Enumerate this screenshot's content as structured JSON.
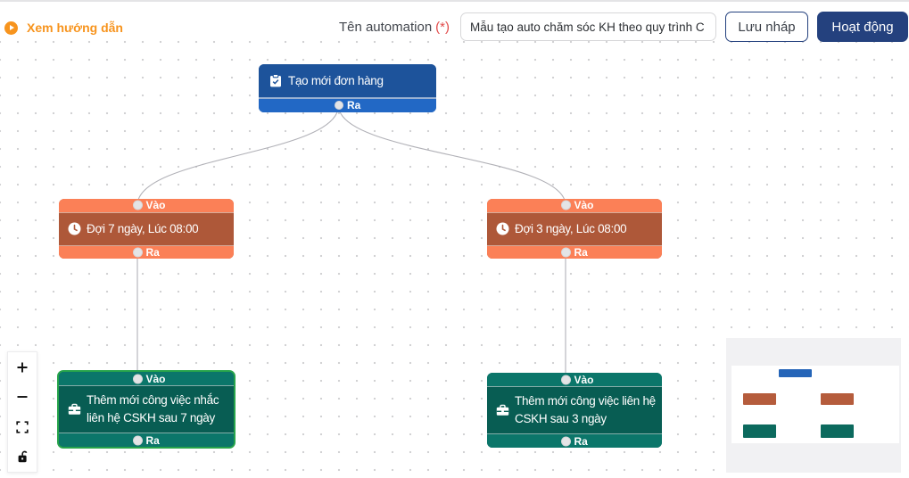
{
  "header": {
    "guide_link": "Xem hướng dẫn",
    "name_label": "Tên automation",
    "required_mark": "(*)",
    "name_value": "Mẫu tạo auto chăm sóc KH theo quy trình C",
    "draft_button": "Lưu nháp",
    "active_button": "Hoạt động"
  },
  "nodes": {
    "trigger": {
      "title": "Tạo mới đơn hàng",
      "icon": "clipboard-check",
      "out_label": "Ra"
    },
    "wait7": {
      "title": "Đợi 7 ngày, Lúc 08:00",
      "icon": "clock",
      "in_label": "Vào",
      "out_label": "Ra"
    },
    "wait3": {
      "title": "Đợi 3 ngày, Lúc 08:00",
      "icon": "clock",
      "in_label": "Vào",
      "out_label": "Ra"
    },
    "task7": {
      "title": "Thêm mới công việc nhắc liên hệ CSKH sau 7 ngày",
      "icon": "briefcase",
      "in_label": "Vào",
      "out_label": "Ra",
      "selected": true
    },
    "task3": {
      "title": "Thêm mới công việc liên hệ CSKH sau 3 ngày",
      "icon": "briefcase",
      "in_label": "Vào",
      "out_label": "Ra",
      "selected": false
    }
  },
  "edges": [
    {
      "from": "trigger-out",
      "to": "wait7-in"
    },
    {
      "from": "trigger-out",
      "to": "wait3-in"
    },
    {
      "from": "wait7-out",
      "to": "task7-in"
    },
    {
      "from": "wait3-out",
      "to": "task3-in"
    }
  ],
  "controls": {
    "zoom_in": "+",
    "zoom_out": "−",
    "fit_view": "fit view",
    "lock": "toggle interactivity"
  },
  "colors": {
    "accent_orange": "#f7941e",
    "navy": "#24417e",
    "trigger_body": "#1d539b",
    "trigger_footer": "#2268c5",
    "wait_bar": "#fb8057",
    "wait_body": "#ae5839",
    "task_bar": "#0b766a",
    "task_body": "#085d53",
    "selected_border": "#27a44b",
    "edge": "#b1b1b7",
    "required": "#e24c4b"
  }
}
